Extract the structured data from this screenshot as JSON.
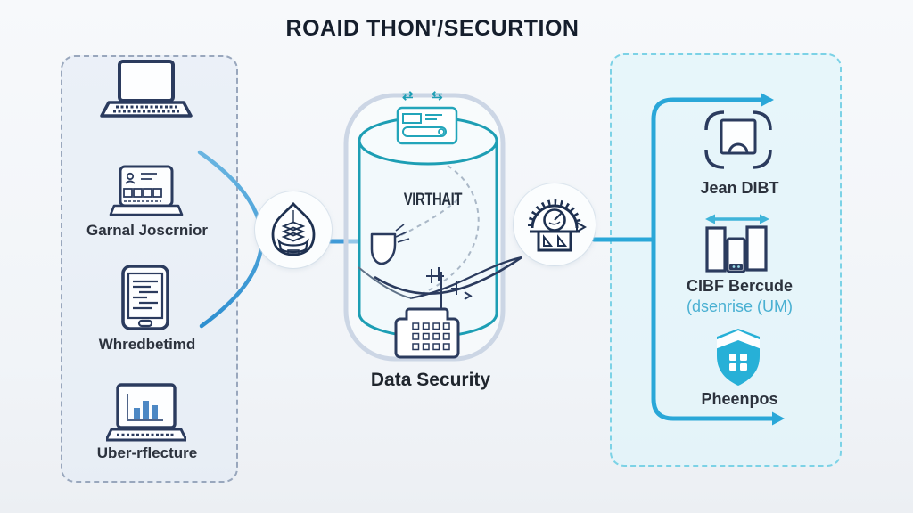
{
  "title": "ROAID THON'/SECURTION",
  "left_panel": {
    "items": [
      {
        "icon": "laptop-icon",
        "label": ""
      },
      {
        "icon": "id-laptop-icon",
        "label": "Garnal Joscrnior"
      },
      {
        "icon": "tablet-icon",
        "label": "Whredbetimd"
      },
      {
        "icon": "chart-laptop-icon",
        "label": "Uber-rflecture"
      }
    ]
  },
  "flow_nodes": {
    "hub_icon": "layers-hub-icon",
    "gauge_icon": "gauge-icon"
  },
  "center": {
    "top_glyph_1": "⇄",
    "top_glyph_2": "⇆",
    "card_icon": "record-card-icon",
    "cylinder_label": "VIRTHAIT",
    "funnel_icon": "funnel-lock-icon",
    "keypad_icon": "keypad-icon",
    "caption": "Data Security"
  },
  "right_panel": {
    "items": [
      {
        "icon": "scan-device-icon",
        "label": "Jean DIBT"
      },
      {
        "icon": "barcode-devices-icon",
        "label": "CIBF Bercude",
        "sublabel": "(dsenrise (UM)"
      },
      {
        "icon": "shield-icon",
        "label": "Pheenpos"
      }
    ]
  },
  "colors": {
    "navy": "#2b3b5e",
    "teal": "#1d9eb4",
    "flow_blue": "#2aa7d8",
    "arc_blue": "#3f9ad8",
    "left_panel_border": "#99a7bd",
    "right_panel_border": "#7cd2e6",
    "sublabel_cyan": "#49b0d2",
    "shield_fill": "#27b0d7"
  }
}
